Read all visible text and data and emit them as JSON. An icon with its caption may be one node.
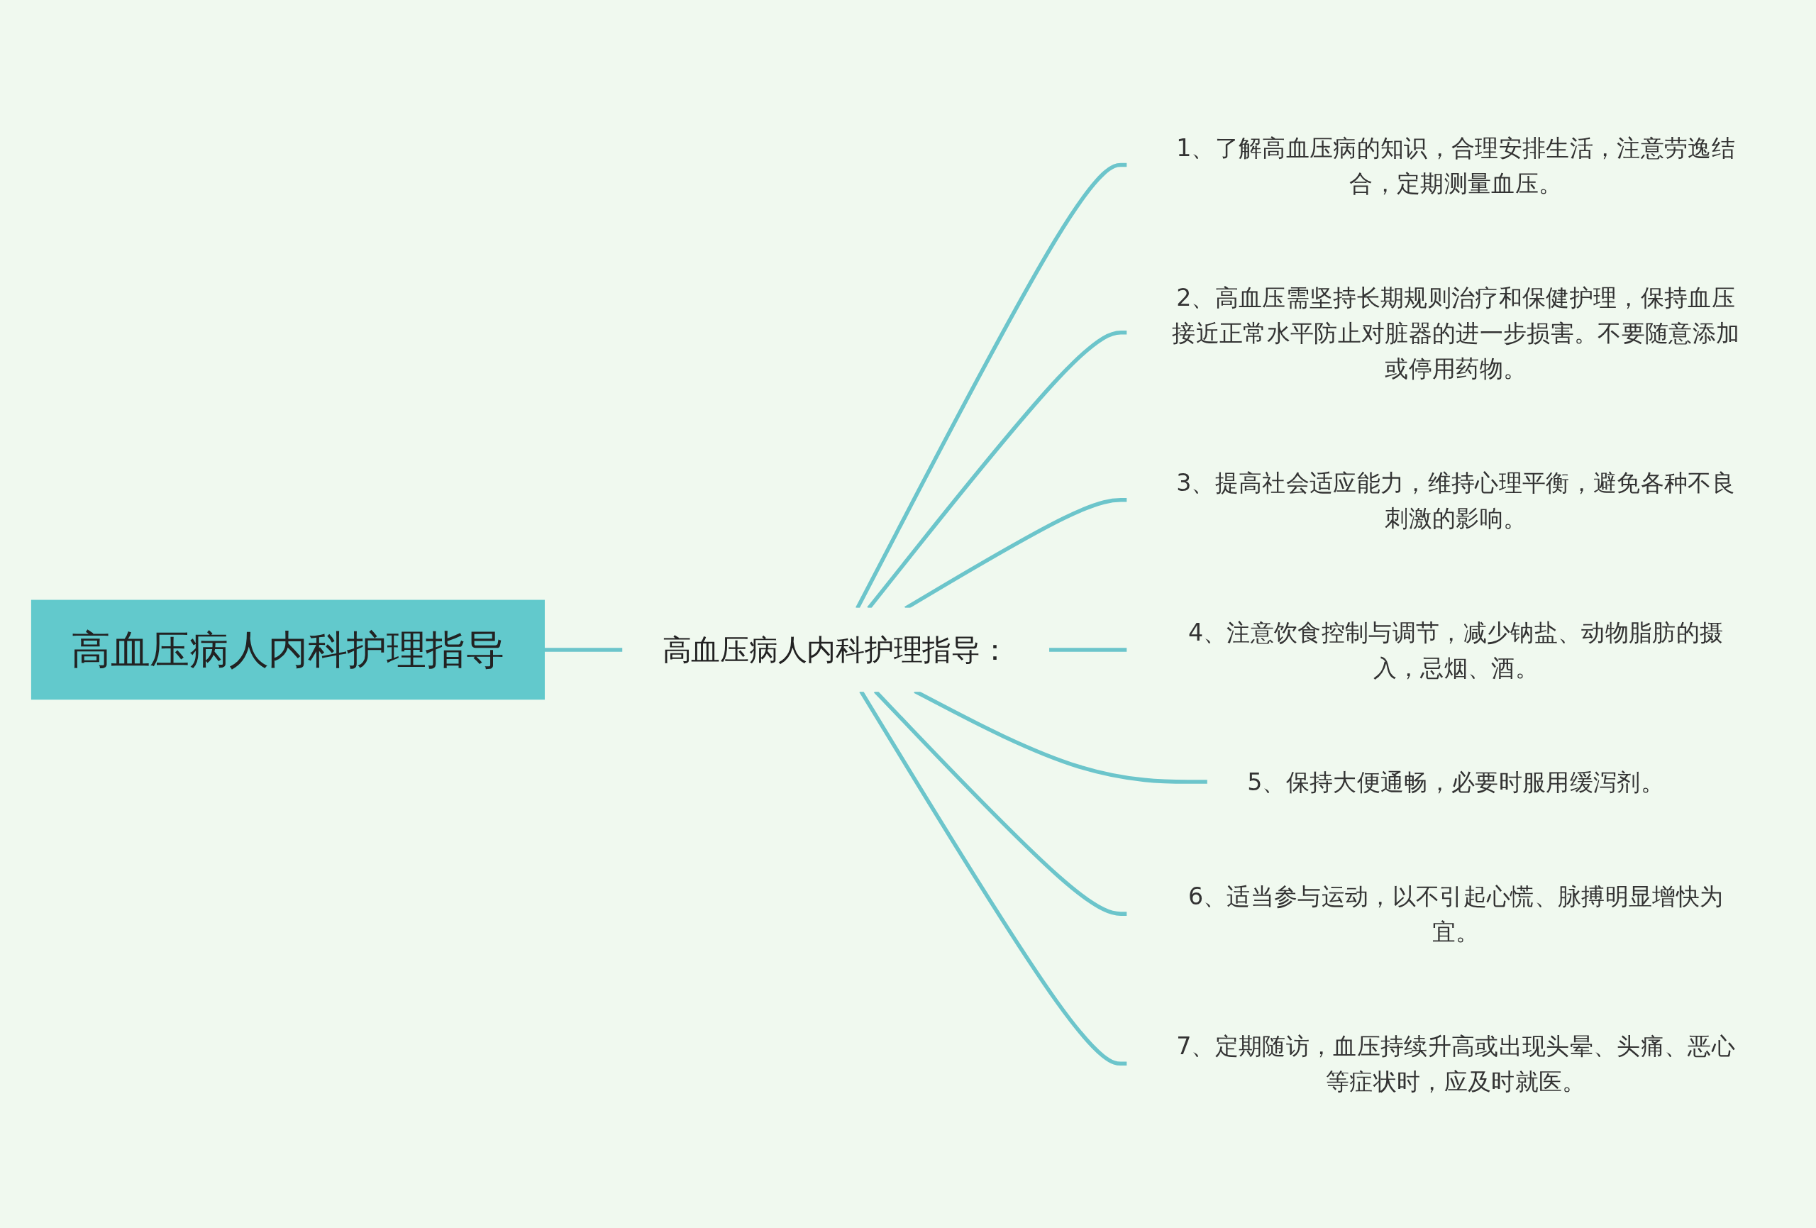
{
  "diagram": {
    "nodes": [
      {
        "text": [
          "高血压病人内科护理指导"
        ]
      },
      {
        "text": [
          "高血压病人内科护理指导："
        ]
      },
      {
        "text": [
          "1、了解高血压病的知识，合理安排生活，注意劳逸结合，定期测量血压。"
        ]
      },
      {
        "text": [
          "2、高血压需坚持长期规则治疗和保健护理，保持血压接近正常水平防止对脏器的进一步损害。不要随意添加或停用药物。"
        ]
      },
      {
        "text": [
          "3、提高社会适应能力，维持心理平衡，避免各种不良刺激的影响。"
        ]
      },
      {
        "text": [
          "4、注意饮食控制与调节，减少钠盐、动物脂肪的摄入，忌烟、酒。"
        ]
      },
      {
        "text": [
          "5、保持大便通畅，必要时服用缓泻剂。"
        ]
      },
      {
        "text": [
          "6、适当参与运动，以不引起心慌、脉搏明显增快为宜。"
        ]
      },
      {
        "text": [
          "7、定期随访，血压持续升高或出现头晕、头痛、恶心等症状时，应及时就医。"
        ]
      }
    ],
    "edges": [
      {
        "from": 0,
        "to": 1,
        "arrow": "none"
      },
      {
        "from": 1,
        "to": 2,
        "arrow": "none"
      },
      {
        "from": 1,
        "to": 3,
        "arrow": "none"
      },
      {
        "from": 1,
        "to": 4,
        "arrow": "none"
      },
      {
        "from": 1,
        "to": 5,
        "arrow": "none"
      },
      {
        "from": 1,
        "to": 6,
        "arrow": "none"
      },
      {
        "from": 1,
        "to": 7,
        "arrow": "none"
      },
      {
        "from": 1,
        "to": 8,
        "arrow": "none"
      }
    ]
  }
}
